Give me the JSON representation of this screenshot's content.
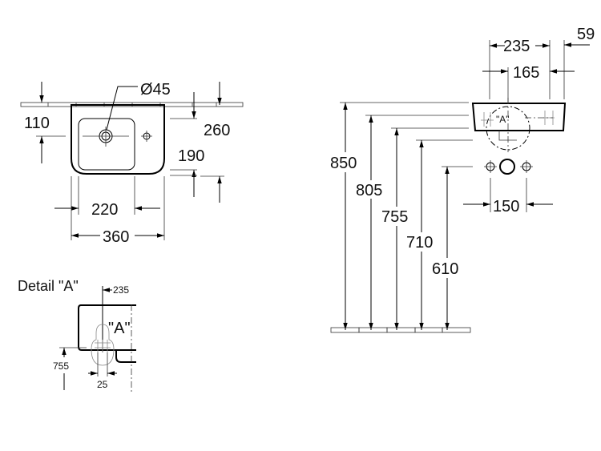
{
  "top_view": {
    "diameter_label": "Ø45",
    "dim_110": "110",
    "dim_260": "260",
    "dim_190": "190",
    "dim_220": "220",
    "dim_360": "360"
  },
  "detail": {
    "title": "Detail \"A\"",
    "dim_235": "235",
    "marker": "\"A\"",
    "dim_755": "755",
    "dim_25": "25"
  },
  "side_view": {
    "dim_235": "235",
    "dim_59": "59",
    "dim_165": "165",
    "marker": "\"A\"",
    "dim_850": "850",
    "dim_805": "805",
    "dim_755": "755",
    "dim_710": "710",
    "dim_610": "610",
    "dim_150": "150"
  }
}
